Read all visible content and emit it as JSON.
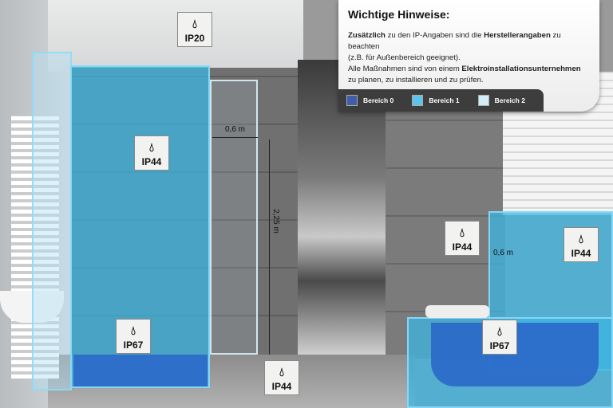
{
  "info": {
    "title": "Wichtige Hinweise:",
    "line1_bold1": "Zusätzlich",
    "line1_text1": " zu den IP-Angaben sind die ",
    "line1_bold2": "Herstellerangaben",
    "line1_text2": " zu beachten",
    "line2": "(z.B. für Außenbereich geeignet).",
    "line3_text": "Alle Maßnahmen sind von einem ",
    "line3_bold": "Elektroinstallationsunternehmen",
    "line4": "zu planen, zu installieren und zu prüfen."
  },
  "legend": [
    {
      "label": "Bereich 0",
      "color": "#3f5da8"
    },
    {
      "label": "Bereich 1",
      "color": "#5cc3ea"
    },
    {
      "label": "Bereich 2",
      "color": "#d2ecf8"
    }
  ],
  "labels": [
    {
      "icon": "water-drop-icon",
      "text": "IP20"
    },
    {
      "icon": "water-drop-icon",
      "text": "IP44"
    },
    {
      "icon": "water-drop-icon",
      "text": "IP67"
    },
    {
      "icon": "water-drop-icon",
      "text": "IP44"
    },
    {
      "icon": "water-drop-icon",
      "text": "IP44"
    },
    {
      "icon": "water-drop-icon",
      "text": "IP44"
    },
    {
      "icon": "water-drop-icon",
      "text": "IP67"
    }
  ],
  "dimensions": {
    "shower_width": "0,6 m",
    "height": "2,25 m",
    "bath_width": "0,6 m"
  }
}
